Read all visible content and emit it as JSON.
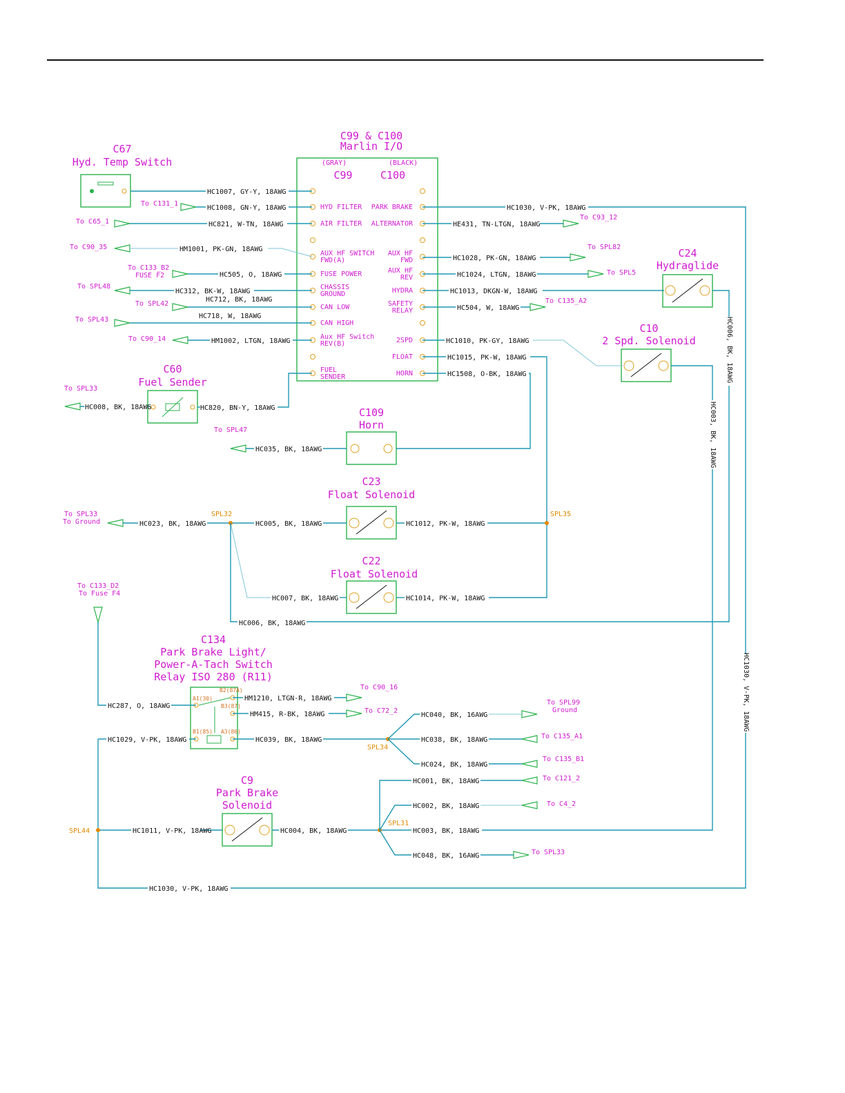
{
  "connector_main": {
    "title": "C99 & C100",
    "subtitle": "Marlin I/O",
    "left_label": "C99",
    "left_color": "(GRAY)",
    "right_label": "C100",
    "right_color": "(BLACK)",
    "pins_left": [
      "",
      "HYD FILTER",
      "AIR FILTER",
      "",
      "AUX HF SWITCH FWD(A)",
      "FUSE POWER",
      "CHASSIS GROUND",
      "CAN LOW",
      "CAN HIGH",
      "Aux HF Switch REV(B)",
      "",
      "FUEL SENDER"
    ],
    "pins_right": [
      "",
      "PARK BRAKE",
      "ALTERNATOR",
      "",
      "AUX HF FWD",
      "AUX HF REV",
      "HYDRA",
      "SAFETY RELAY",
      "",
      "2SPD",
      "FLOAT",
      "HORN"
    ]
  },
  "components": {
    "c67": {
      "id": "C67",
      "name": "Hyd. Temp Switch"
    },
    "c60": {
      "id": "C60",
      "name": "Fuel Sender"
    },
    "c109": {
      "id": "C109",
      "name": "Horn"
    },
    "c23": {
      "id": "C23",
      "name": "Float Solenoid"
    },
    "c22": {
      "id": "C22",
      "name": "Float Solenoid"
    },
    "c24": {
      "id": "C24",
      "name": "Hydraglide"
    },
    "c10": {
      "id": "C10",
      "name": "2 Spd. Solenoid"
    },
    "c134": {
      "id": "C134",
      "name_lines": [
        "Park Brake Light/",
        "Power-A-Tach Switch",
        "Relay ISO 280 (R11)"
      ],
      "pin_labels": [
        "A1(30)",
        "B2(87A)",
        "B3(87)",
        "B1(85)",
        "A3(86)"
      ]
    },
    "c9": {
      "id": "C9",
      "name_lines": [
        "Park Brake",
        "Solenoid"
      ]
    }
  },
  "wires": {
    "hc1007": "HC1007, GY-Y, 18AWG",
    "hc1008": "HC1008, GN-Y, 18AWG",
    "hc821": "HC821, W-TN, 18AWG",
    "hm1001": "HM1001, PK-GN, 18AWG",
    "hc505": "HC505, O, 18AWG",
    "hc312": "HC312, BK-W, 18AWG",
    "hc712": "HC712, BK, 18AWG",
    "hc718": "HC718, W, 18AWG",
    "hm1002": "HM1002, LTGN, 18AWG",
    "hc1030": "HC1030, V-PK, 18AWG",
    "he431": "HE431, TN-LTGN, 18AWG",
    "hc1028": "HC1028, PK-GN, 18AWG",
    "hc1024": "HC1024, LTGN, 18AWG",
    "hc1013": "HC1013, DKGN-W, 18AWG",
    "hc504": "HC504, W, 18AWG",
    "hc1010": "HC1010, PK-GY, 18AWG",
    "hc1015": "HC1015, PK-W, 18AWG",
    "hc1508": "HC1508, O-BK, 18AWG",
    "hc008": "HC008, BK, 18AWG",
    "hc820": "HC820, BN-Y, 18AWG",
    "hc035": "HC035, BK, 18AWG",
    "hc023": "HC023, BK, 18AWG",
    "hc005": "HC005, BK, 18AWG",
    "hc1012": "HC1012, PK-W, 18AWG",
    "hc007": "HC007, BK, 18AWG",
    "hc1014": "HC1014, PK-W, 18AWG",
    "hc006_h": "HC006, BK, 18AWG",
    "hc006_v": "HC006, BK, 18AWG",
    "hc003_v": "HC003, BK, 18AWG",
    "hc1030_v": "HC1030, V-PK, 18AWG",
    "hc287": "HC287, O, 18AWG",
    "hm1210": "HM1210, LTGN-R, 18AWG",
    "hm415": "HM415, R-BK, 18AWG",
    "hc1029": "HC1029, V-PK, 18AWG",
    "hc039": "HC039, BK, 18AWG",
    "hc040": "HC040, BK, 16AWG",
    "hc038": "HC038, BK, 18AWG",
    "hc024": "HC024, BK, 18AWG",
    "hc001": "HC001, BK, 18AWG",
    "hc002": "HC002, BK, 18AWG",
    "hc003": "HC003, BK, 18AWG",
    "hc048": "HC048, BK, 16AWG",
    "hc1011": "HC1011, V-PK, 18AWG",
    "hc004": "HC004, BK, 18AWG",
    "hc1030_bottom": "HC1030, V-PK, 18AWG"
  },
  "destinations": {
    "c131_1": "To C131_1",
    "c65_1": "To C65_1",
    "c90_35": "To C90_35",
    "c133_b2": "To C133_B2",
    "fuse_f2": "FUSE F2",
    "spl48": "To SPL48",
    "spl42": "To SPL42",
    "spl43": "To SPL43",
    "c90_14": "To C90_14",
    "c93_12": "To C93_12",
    "spl82": "To SPL82",
    "spl5": "To SPL5",
    "c135_a2": "To C135_A2",
    "spl33_top": "To SPL33",
    "spl47": "To SPL47",
    "spl33_mid": "To SPL33",
    "to_ground": "To Ground",
    "c133_d2": "To C133_D2",
    "fuse_f4": "To Fuse F4",
    "c90_16": "To C90_16",
    "c72_2": "To C72_2",
    "spl99": "To SPL99",
    "ground": "Ground",
    "c135_a1": "To C135_A1",
    "c135_b1": "To C135_B1",
    "c121_2": "To C121_2",
    "c4_2": "To C4_2",
    "spl33_bot": "To SPL33"
  },
  "splices": {
    "spl32": "SPL32",
    "spl35": "SPL35",
    "spl34": "SPL34",
    "spl31": "SPL31",
    "spl44": "SPL44"
  },
  "colors": {
    "wire": "#1f97b3",
    "component": "#2bb24c",
    "label": "#d01ad0",
    "splice": "#e08a00"
  }
}
